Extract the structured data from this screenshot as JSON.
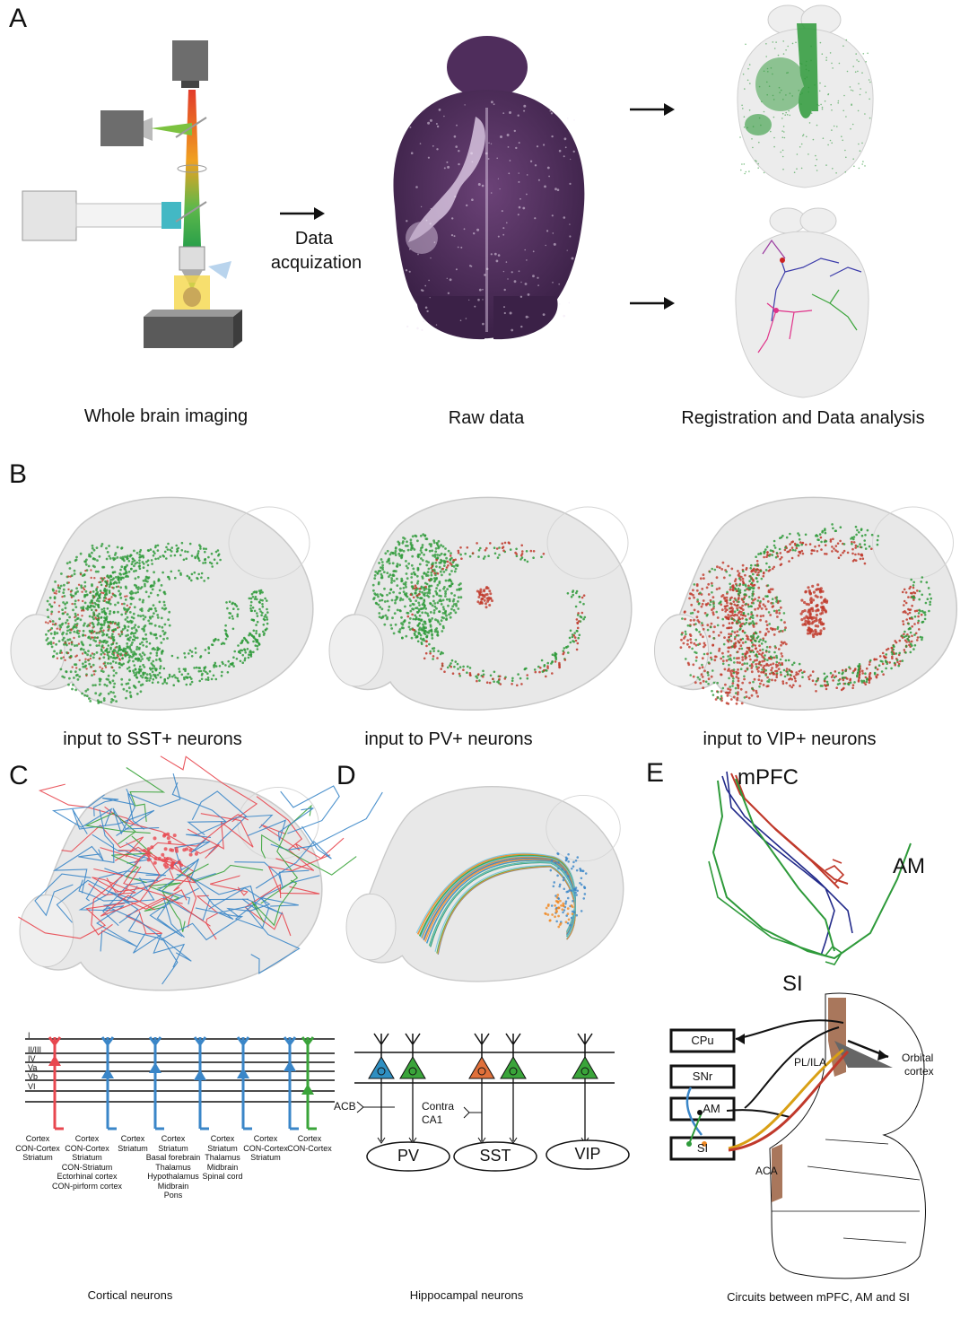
{
  "panelA": {
    "letter": "A",
    "arrow_label": [
      "Data",
      "acquization"
    ],
    "captions": [
      "Whole brain imaging",
      "Raw data",
      "Registration and Data analysis"
    ]
  },
  "panelB": {
    "letter": "B",
    "captions": [
      "input to SST+ neurons",
      "input to PV+ neurons",
      "input to VIP+ neurons"
    ]
  },
  "panelC": {
    "letter": "C",
    "layers": [
      "I",
      "II/III",
      "IV",
      "Va",
      "Vb",
      "VI"
    ],
    "neuron_columns": [
      {
        "color": "#e8474f",
        "targets": [
          "Cortex",
          "CON-Cortex",
          "Striatum"
        ]
      },
      {
        "color": "#3a86c8",
        "targets": [
          "Cortex",
          "CON-Cortex",
          "Striatum",
          "CON-Striatum",
          "Ectorhinal cortex",
          "CON-pirform cortex"
        ]
      },
      {
        "color": "#3a86c8",
        "targets": [
          "Cortex",
          "Striatum"
        ]
      },
      {
        "color": "#3a86c8",
        "targets": [
          "Cortex",
          "Striatum",
          "Basal forebrain",
          "Thalamus",
          "Hypothalamus",
          "Midbrain",
          "Pons"
        ]
      },
      {
        "color": "#3a86c8",
        "targets": [
          "Cortex",
          "Striatum",
          "Thalamus",
          "Midbrain",
          "Spinal cord"
        ]
      },
      {
        "color": "#3a86c8",
        "targets": [
          "Cortex",
          "CON-Cortex",
          "Striatum"
        ]
      },
      {
        "color": "#3aa43a",
        "targets": [
          "Cortex",
          "CON-Cortex"
        ]
      }
    ],
    "caption": "Cortical neurons"
  },
  "panelD": {
    "letter": "D",
    "inputs": [
      "ACB",
      "Contra",
      "CA1"
    ],
    "cell_types": [
      "PV",
      "SST",
      "VIP"
    ],
    "caption": "Hippocampal neurons"
  },
  "panelE": {
    "letter": "E",
    "trace_labels": [
      "mPFC",
      "AM",
      "SI"
    ],
    "boxes": [
      "CPu",
      "SNr",
      "AM",
      "SI"
    ],
    "region_labels": [
      "PL/ILA",
      "Orbital",
      "cortex",
      "ACA"
    ],
    "caption": "Circuits between mPFC, AM and SI"
  },
  "colors": {
    "green": "#2e9a3a",
    "red": "#c0392b",
    "blue": "#3a86c8",
    "orange": "#f08a24",
    "purple_brain": "#4a2a57",
    "gray_brain": "#e6e6e6"
  }
}
